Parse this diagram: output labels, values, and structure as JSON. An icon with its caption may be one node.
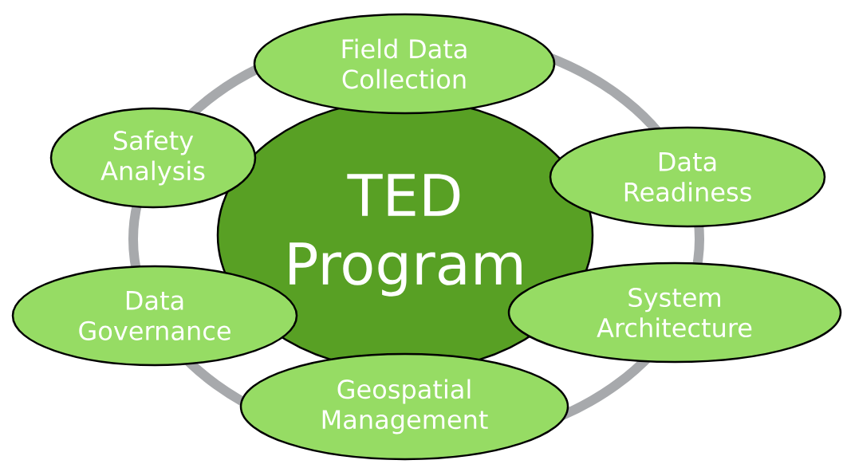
{
  "diagram": {
    "nodes": [
      {
        "text": [
          "TED Program"
        ]
      },
      {
        "text": [
          "Field Data Collection"
        ]
      },
      {
        "text": [
          "Data Readiness"
        ]
      },
      {
        "text": [
          "System Architecture"
        ]
      },
      {
        "text": [
          "Geospatial Management"
        ]
      },
      {
        "text": [
          "Data Governance"
        ]
      },
      {
        "text": [
          "Safety Analysis"
        ]
      }
    ]
  }
}
